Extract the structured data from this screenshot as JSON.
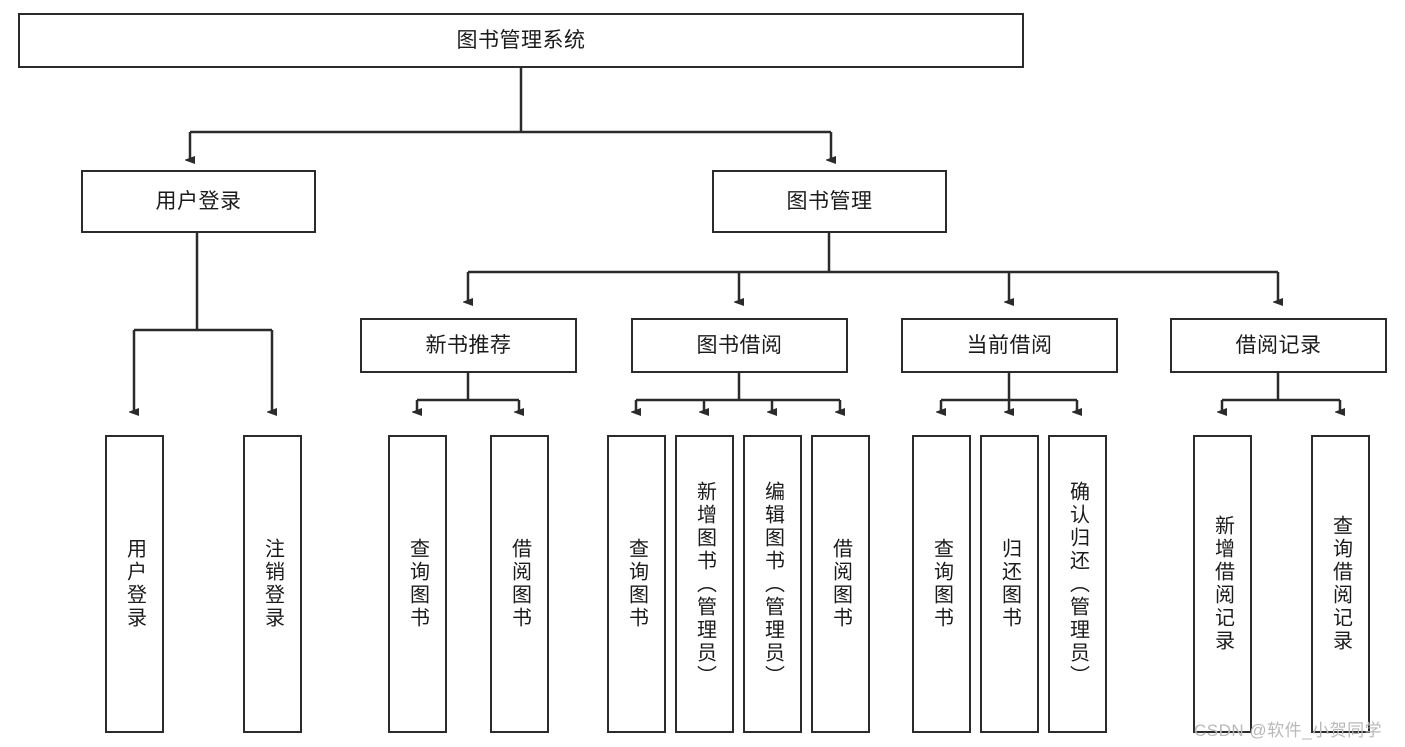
{
  "diagram": {
    "title": "图书管理系统",
    "type": "tree",
    "orientation": "top-down",
    "line_color": "#2b2b2b",
    "box_fill": "#ffffff",
    "text_color": "#1b1b1b",
    "watermark": "CSDN @软件_小贺同学"
  },
  "nodes": {
    "root": {
      "label": "图书管理系统"
    },
    "level1": [
      {
        "id": "user-login",
        "label": "用户登录"
      },
      {
        "id": "book-manage",
        "label": "图书管理"
      }
    ],
    "level2": [
      {
        "id": "new-book-recommend",
        "label": "新书推荐"
      },
      {
        "id": "book-borrow",
        "label": "图书借阅"
      },
      {
        "id": "current-borrow",
        "label": "当前借阅"
      },
      {
        "id": "borrow-record",
        "label": "借阅记录"
      }
    ],
    "leaves": {
      "user_login": [
        {
          "id": "leaf-user-login",
          "label": "用户登录"
        },
        {
          "id": "leaf-logout-login",
          "label": "注销登录"
        }
      ],
      "new_book_recommend": [
        {
          "id": "leaf-query-book-1",
          "label": "查询图书"
        },
        {
          "id": "leaf-borrow-book-1",
          "label": "借阅图书"
        }
      ],
      "book_borrow": [
        {
          "id": "leaf-query-book-2",
          "label": "查询图书"
        },
        {
          "id": "leaf-add-book-admin",
          "label": "新增图书（管理员）"
        },
        {
          "id": "leaf-edit-book-admin",
          "label": "编辑图书（管理员）"
        },
        {
          "id": "leaf-borrow-book-2",
          "label": "借阅图书"
        }
      ],
      "current_borrow": [
        {
          "id": "leaf-query-book-3",
          "label": "查询图书"
        },
        {
          "id": "leaf-return-book",
          "label": "归还图书"
        },
        {
          "id": "leaf-confirm-return-admin",
          "label": "确认归还（管理员）"
        }
      ],
      "borrow_record": [
        {
          "id": "leaf-add-borrow-record",
          "label": "新增借阅记录"
        },
        {
          "id": "leaf-query-borrow-record",
          "label": "查询借阅记录"
        }
      ]
    }
  }
}
